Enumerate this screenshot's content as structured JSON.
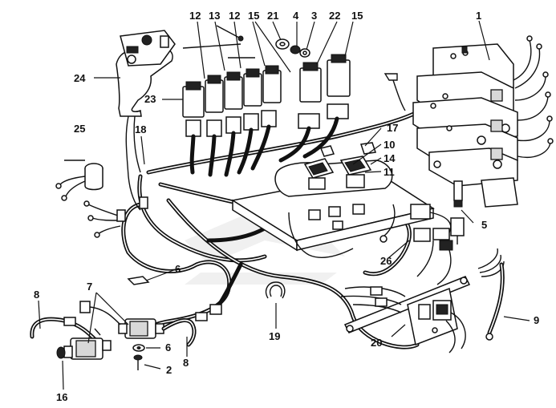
{
  "diagram": {
    "callouts": [
      {
        "id": "c1",
        "text": "1"
      },
      {
        "id": "c2",
        "text": "2"
      },
      {
        "id": "c3",
        "text": "3"
      },
      {
        "id": "c4",
        "text": "4"
      },
      {
        "id": "c5",
        "text": "5"
      },
      {
        "id": "c6a",
        "text": "6"
      },
      {
        "id": "c6b",
        "text": "6"
      },
      {
        "id": "c7",
        "text": "7"
      },
      {
        "id": "c8a",
        "text": "8"
      },
      {
        "id": "c8b",
        "text": "8"
      },
      {
        "id": "c9",
        "text": "9"
      },
      {
        "id": "c10",
        "text": "10"
      },
      {
        "id": "c11",
        "text": "11"
      },
      {
        "id": "c12a",
        "text": "12"
      },
      {
        "id": "c12b",
        "text": "12"
      },
      {
        "id": "c13",
        "text": "13"
      },
      {
        "id": "c14",
        "text": "14"
      },
      {
        "id": "c15a",
        "text": "15"
      },
      {
        "id": "c15b",
        "text": "15"
      },
      {
        "id": "c16",
        "text": "16"
      },
      {
        "id": "c17",
        "text": "17"
      },
      {
        "id": "c18",
        "text": "18"
      },
      {
        "id": "c19",
        "text": "19"
      },
      {
        "id": "c20",
        "text": "20"
      },
      {
        "id": "c21",
        "text": "21"
      },
      {
        "id": "c22",
        "text": "22"
      },
      {
        "id": "c23",
        "text": "23"
      },
      {
        "id": "c24",
        "text": "24"
      },
      {
        "id": "c25",
        "text": "25"
      },
      {
        "id": "c26",
        "text": "26"
      }
    ]
  }
}
